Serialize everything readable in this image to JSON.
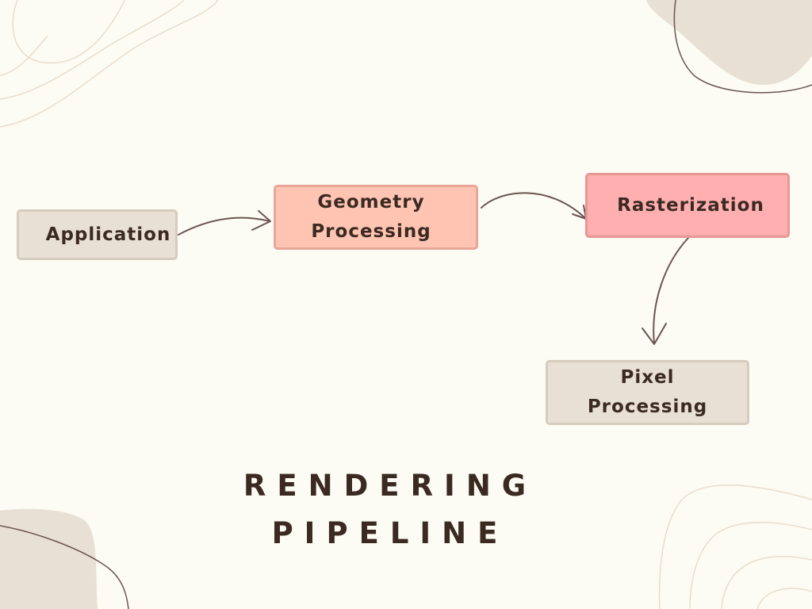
{
  "diagram": {
    "title_lines": [
      "RENDERING",
      "PIPELINE"
    ],
    "nodes": {
      "application": {
        "lines": [
          "Application"
        ]
      },
      "geometry": {
        "lines": [
          "Geometry",
          "Processing"
        ]
      },
      "rasterization": {
        "lines": [
          "Rasterization"
        ]
      },
      "pixel": {
        "lines": [
          "Pixel",
          "Processing"
        ]
      }
    },
    "edges": [
      {
        "from": "Application",
        "to": "Geometry Processing"
      },
      {
        "from": "Geometry Processing",
        "to": "Rasterization"
      },
      {
        "from": "Rasterization",
        "to": "Pixel Processing"
      }
    ]
  },
  "colors": {
    "background": "#fcfcf4",
    "text": "#3b2a22",
    "beige_node": "#e8e0d4",
    "salmon_node": "#ffc4b2",
    "pink_node": "#ffafaf",
    "blob": "#e8e0d4",
    "arrow": "#6b5550"
  }
}
